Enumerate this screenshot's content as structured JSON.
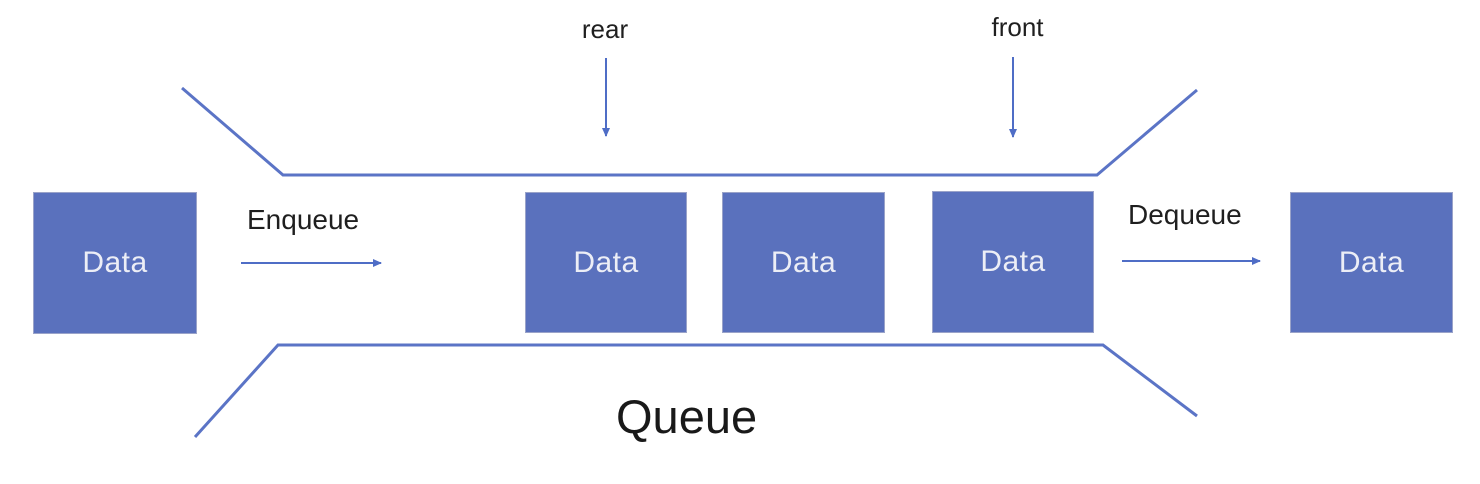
{
  "diagram": {
    "type": "queue-data-structure",
    "title": "Queue",
    "pointers": {
      "rear_label": "rear",
      "front_label": "front"
    },
    "operations": {
      "enqueue_label": "Enqueue",
      "dequeue_label": "Dequeue"
    },
    "boxes": [
      {
        "label": "Data",
        "role": "incoming-element"
      },
      {
        "label": "Data",
        "role": "rear-element-in-queue"
      },
      {
        "label": "Data",
        "role": "middle-element-in-queue"
      },
      {
        "label": "Data",
        "role": "front-element-in-queue"
      },
      {
        "label": "Data",
        "role": "dequeued-element"
      }
    ],
    "colors": {
      "box_fill": "#5a71bd",
      "box_text": "#eceef6",
      "funnel_line": "#5b74c6",
      "arrow": "#4f6dc6",
      "label_text": "#1f1f1f",
      "background": "#ffffff"
    }
  }
}
